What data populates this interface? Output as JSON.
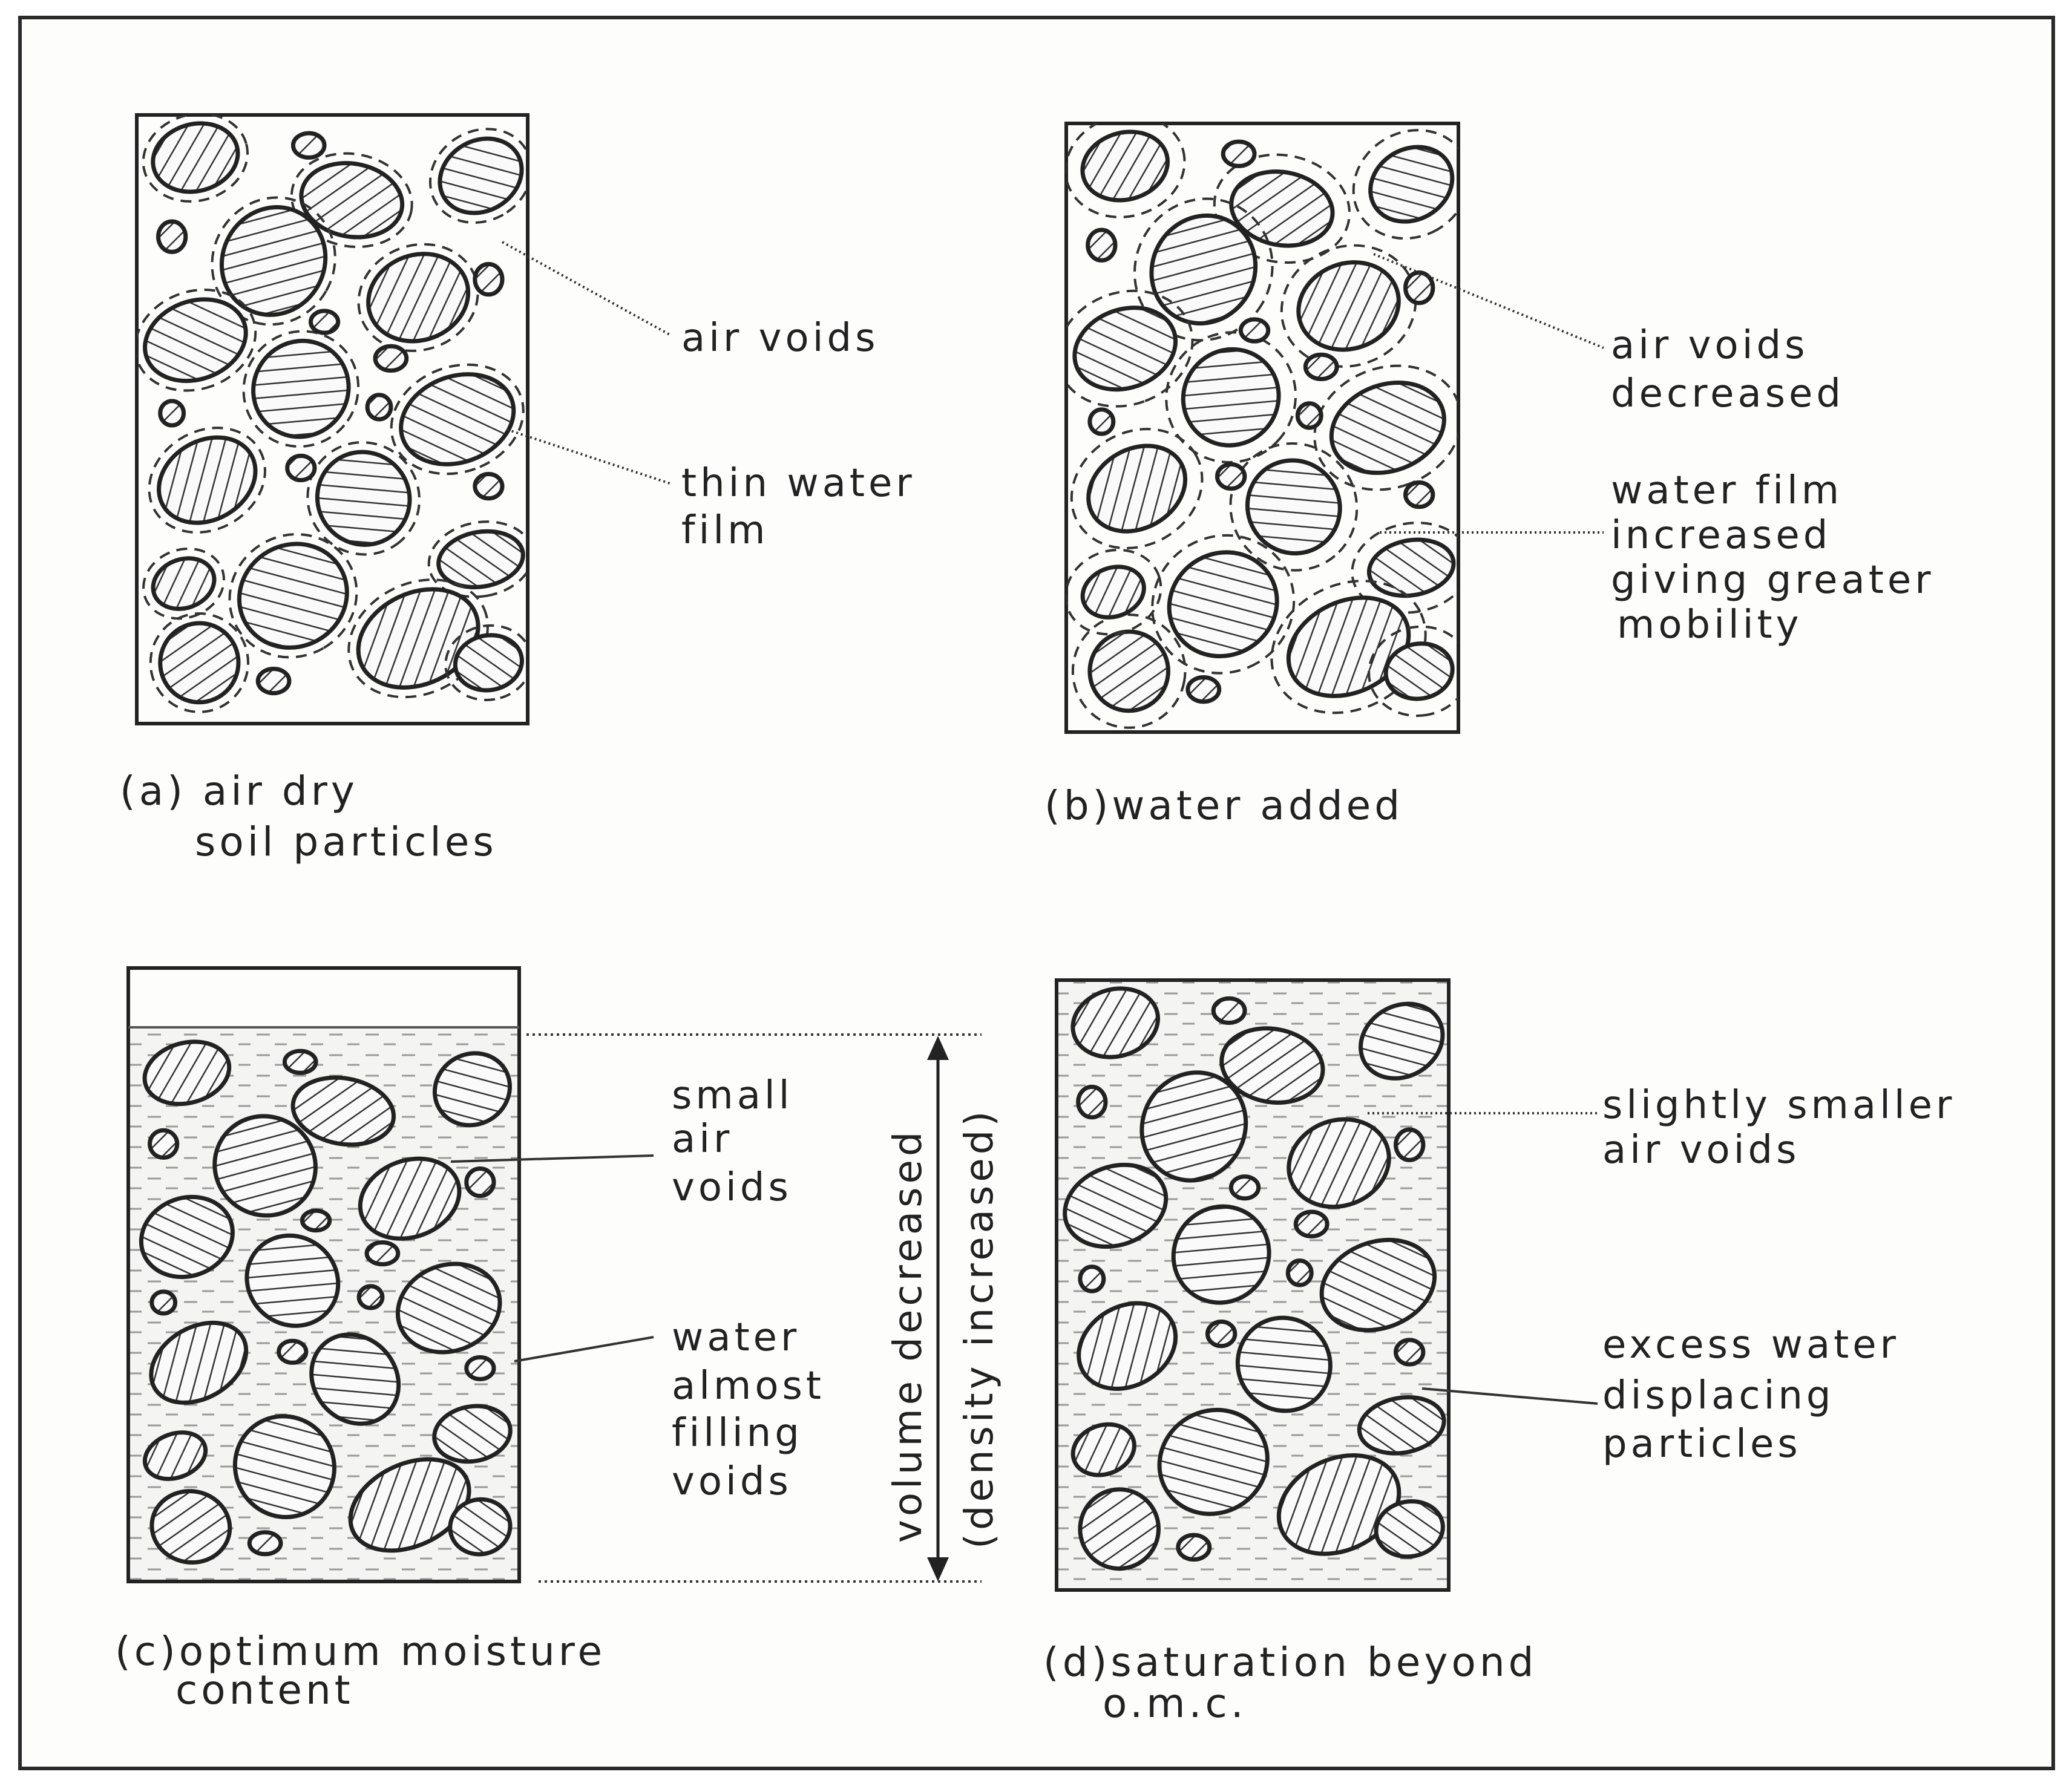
{
  "panels": {
    "a": {
      "caption_line1": "(a) air dry",
      "caption_line2": "soil particles",
      "label_air_voids": "air voids",
      "label_film_line1": "thin water",
      "label_film_line2": "film"
    },
    "b": {
      "caption": "(b)water added",
      "label_voids_line1": "air voids",
      "label_voids_line2": "decreased",
      "label_film_line1": "water film",
      "label_film_line2": "increased",
      "label_film_line3": "giving greater",
      "label_film_line4": "mobility"
    },
    "c": {
      "caption_line1": "(c)optimum moisture",
      "caption_line2": "content",
      "label_voids_line1": "small",
      "label_voids_line2": "air",
      "label_voids_line3": "voids",
      "label_water_line1": "water",
      "label_water_line2": "almost",
      "label_water_line3": "filling",
      "label_water_line4": "voids",
      "volume_label": "volume decreased",
      "density_label": "(density increased)"
    },
    "d": {
      "caption_line1": "(d)saturation beyond",
      "caption_line2": "o.m.c.",
      "label_voids_line1": "slightly smaller",
      "label_voids_line2": "air voids",
      "label_water_line1": "excess water",
      "label_water_line2": "displacing",
      "label_water_line3": "particles"
    }
  }
}
